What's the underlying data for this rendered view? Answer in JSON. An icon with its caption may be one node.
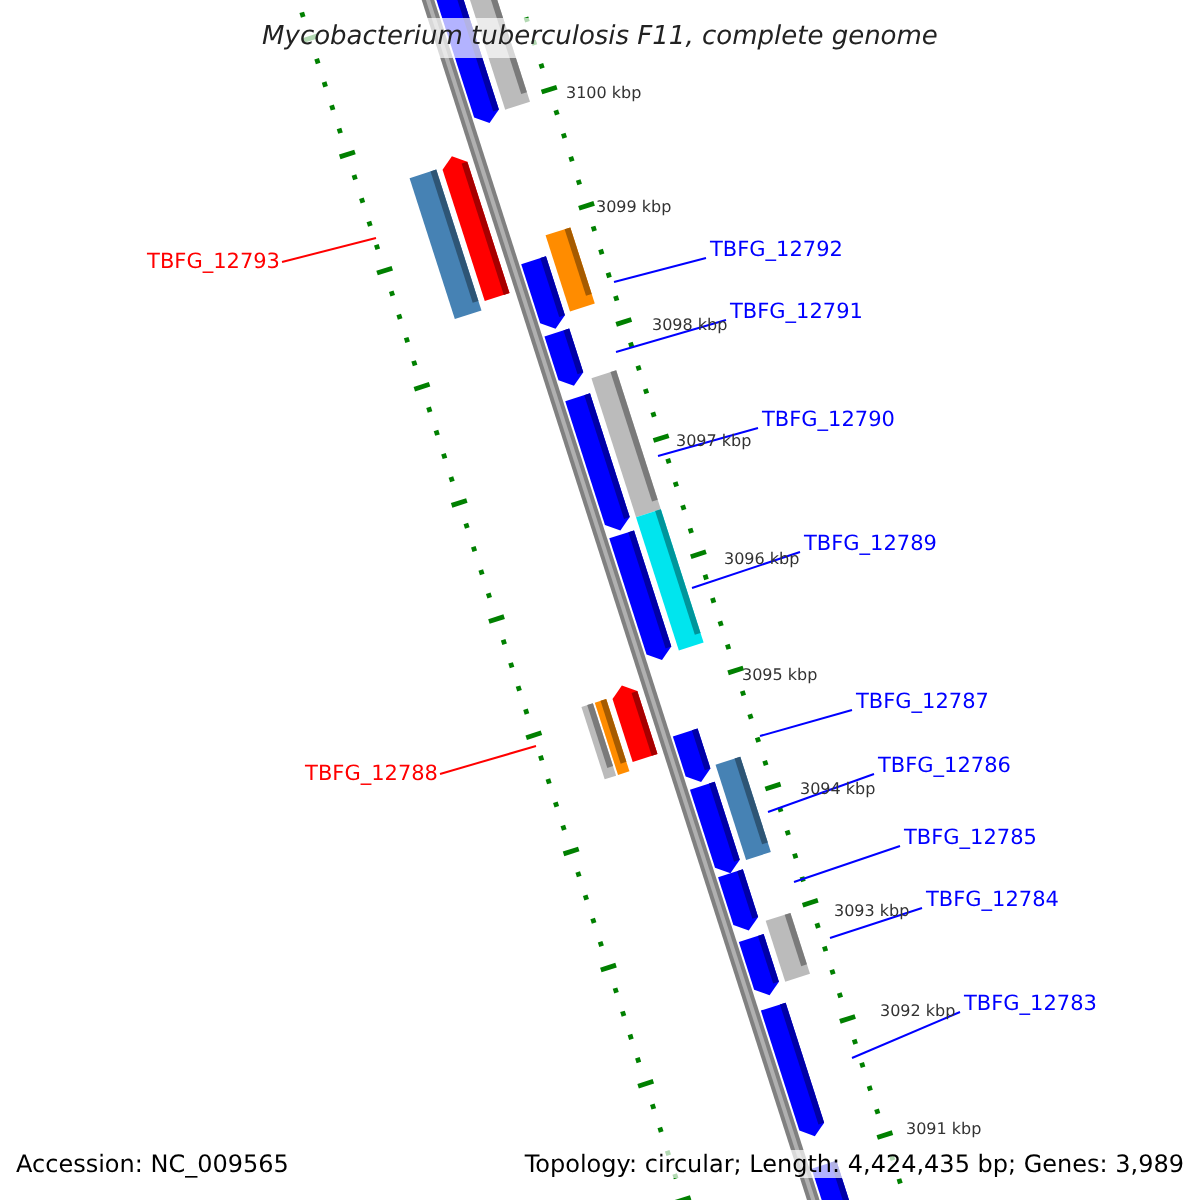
{
  "diagram": {
    "title": "Mycobacterium tuberculosis F11, complete genome",
    "nodes": [
      {
        "text": [
          "TBFG_12792"
        ]
      },
      {
        "text": [
          "TBFG_12793"
        ]
      },
      {
        "text": [
          "TBFG_12791"
        ]
      },
      {
        "text": [
          "TBFG_12790"
        ]
      },
      {
        "text": [
          "TBFG_12789"
        ]
      },
      {
        "text": [
          "TBFG_12787"
        ]
      },
      {
        "text": [
          "TBFG_12786"
        ]
      },
      {
        "text": [
          "TBFG_12788"
        ]
      },
      {
        "text": [
          "TBFG_12785"
        ]
      },
      {
        "text": [
          "TBFG_12784"
        ]
      },
      {
        "text": [
          "TBFG_12783"
        ]
      }
    ],
    "edges": [
      {
        "from": 0,
        "to": null,
        "arrow": "none"
      },
      {
        "from": 1,
        "to": null,
        "arrow": "none",
        "color": "#ff0000"
      },
      {
        "from": 2,
        "to": null,
        "arrow": "none"
      },
      {
        "from": 3,
        "to": null,
        "arrow": "none"
      },
      {
        "from": 4,
        "to": null,
        "arrow": "none"
      },
      {
        "from": 5,
        "to": null,
        "arrow": "none"
      },
      {
        "from": 6,
        "to": null,
        "arrow": "none"
      },
      {
        "from": 7,
        "to": null,
        "arrow": "none",
        "color": "#ff0000"
      },
      {
        "from": 8,
        "to": null,
        "arrow": "none"
      },
      {
        "from": 9,
        "to": null,
        "arrow": "none"
      },
      {
        "from": 10,
        "to": null,
        "arrow": "none"
      }
    ],
    "labels": [
      "3100 kbp",
      "3099 kbp",
      "3098 kbp",
      "3097 kbp",
      "3096 kbp",
      "3095 kbp",
      "3094 kbp",
      "3093 kbp",
      "3092 kbp",
      "3091 kbp",
      "Accession: NC_009565",
      "Topology: circular; Length: 4,424,435 bp; Genes: 3,989"
    ]
  }
}
